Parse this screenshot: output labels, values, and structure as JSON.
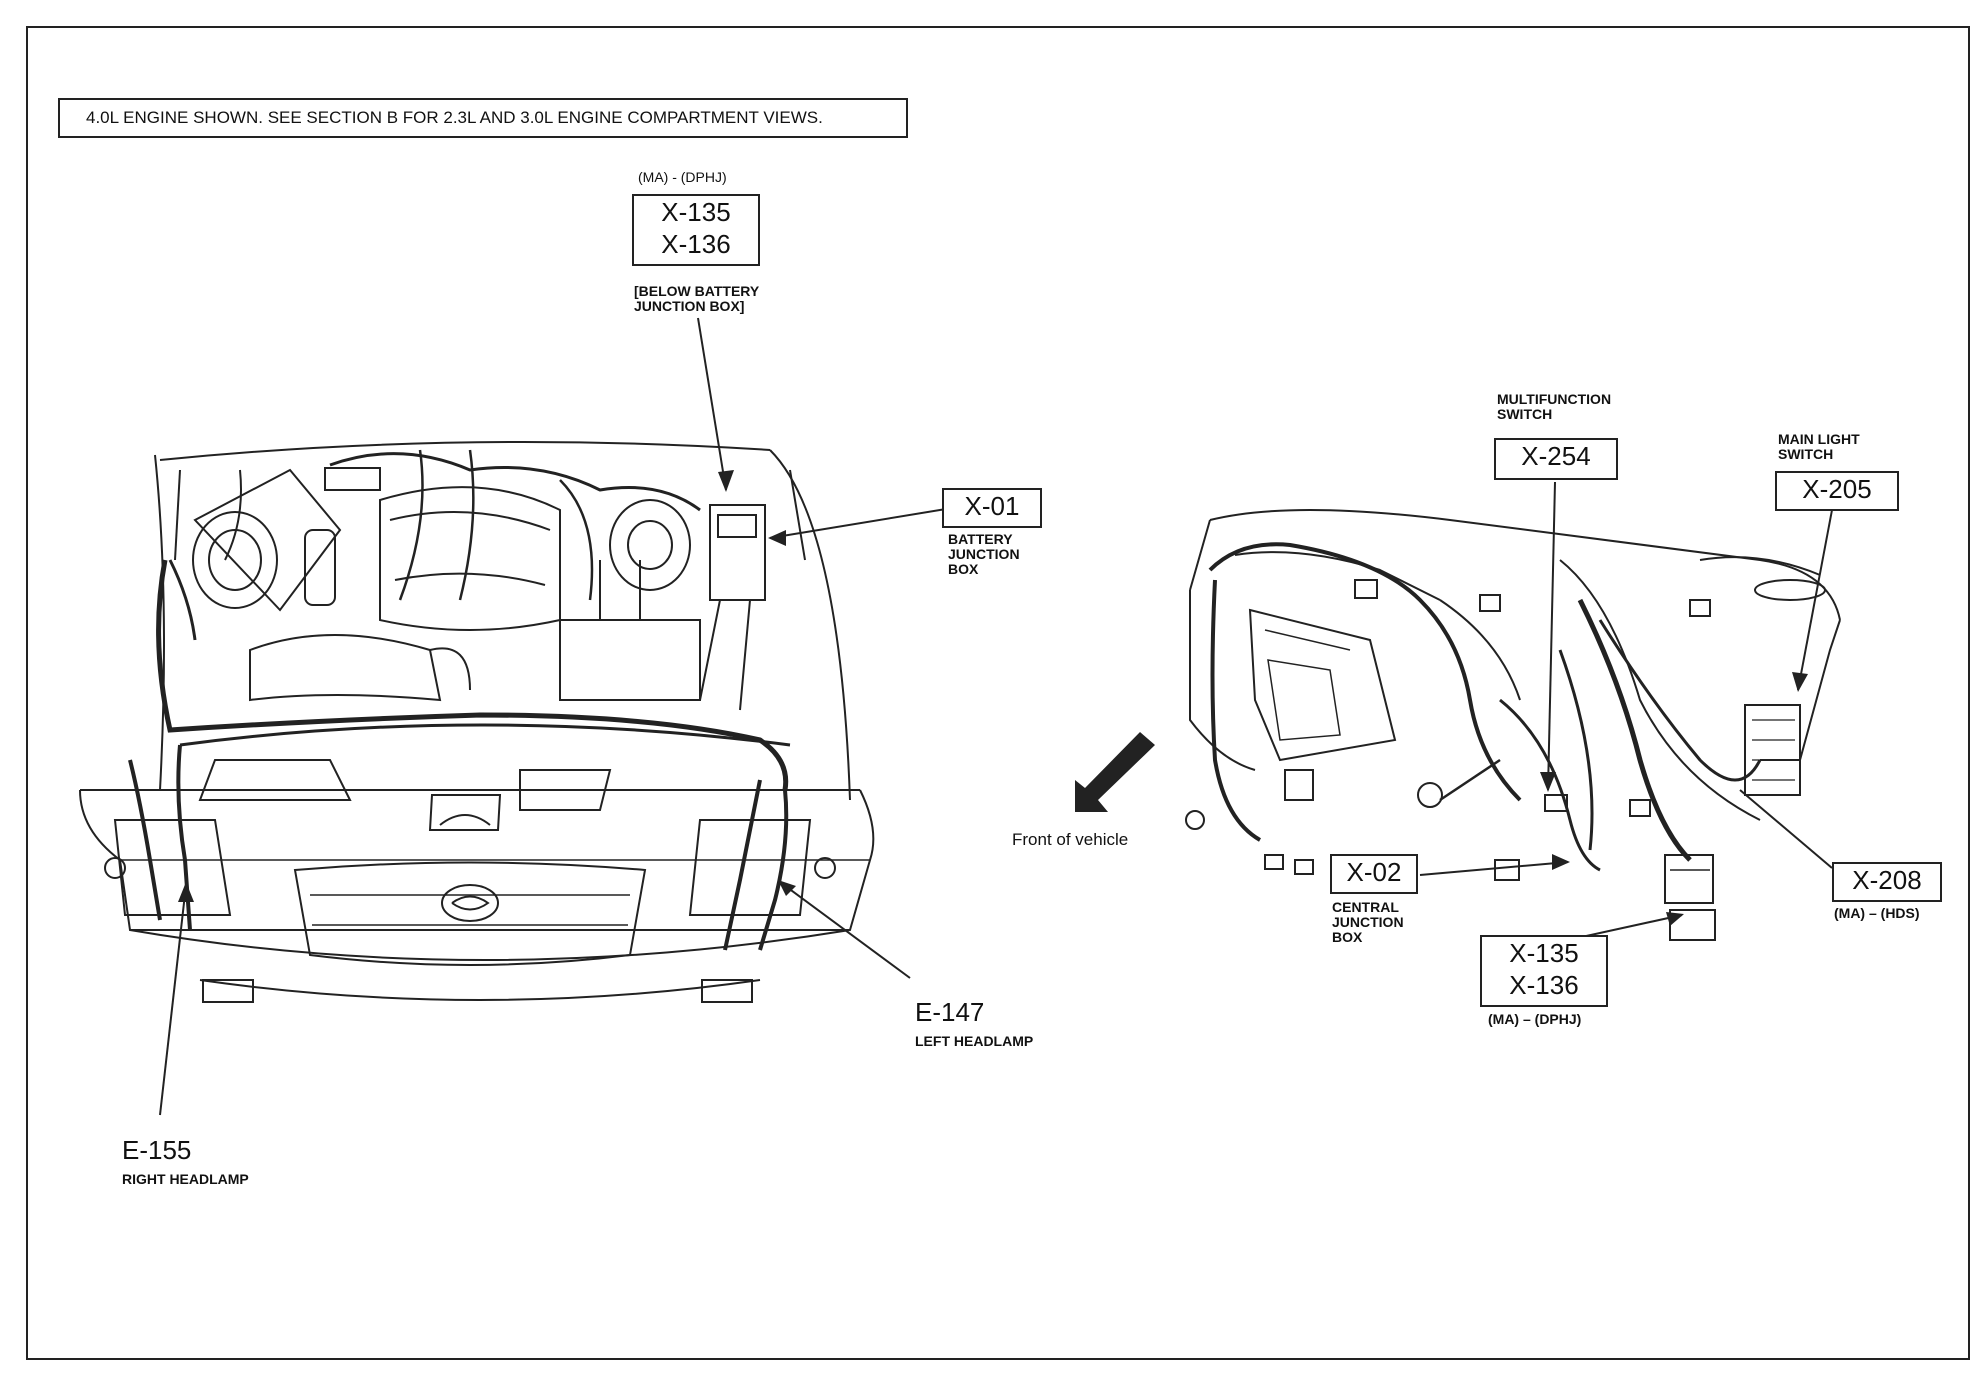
{
  "note": "4.0L ENGINE SHOWN. SEE SECTION B FOR 2.3L AND 3.0L ENGINE COMPARTMENT VIEWS.",
  "engine_view": {
    "top_connector": {
      "qualifier": "(MA) - (DPHJ)",
      "lines": [
        "X-135",
        "X-136"
      ],
      "location": [
        "[BELOW BATTERY",
        "JUNCTION BOX]"
      ]
    },
    "battery_junction": {
      "code": "X-01",
      "label": [
        "BATTERY",
        "JUNCTION",
        "BOX"
      ]
    },
    "left_headlamp": {
      "code": "E-147",
      "label": "LEFT HEADLAMP"
    },
    "right_headlamp": {
      "code": "E-155",
      "label": "RIGHT HEADLAMP"
    }
  },
  "dash_view": {
    "front_label": "Front of vehicle",
    "multifunction": {
      "label": [
        "MULTIFUNCTION",
        "SWITCH"
      ],
      "code": "X-254"
    },
    "main_light": {
      "label": [
        "MAIN LIGHT",
        "SWITCH"
      ],
      "code": "X-205"
    },
    "central_junction": {
      "code": "X-02",
      "label": [
        "CENTRAL",
        "JUNCTION",
        "BOX"
      ]
    },
    "lower_connector": {
      "lines": [
        "X-135",
        "X-136"
      ],
      "qualifier": "(MA) – (DPHJ)"
    },
    "hds": {
      "code": "X-208",
      "qualifier": "(MA) – (HDS)"
    }
  },
  "icons": [
    "front-of-vehicle-arrow-icon",
    "mazda-logo-icon"
  ]
}
